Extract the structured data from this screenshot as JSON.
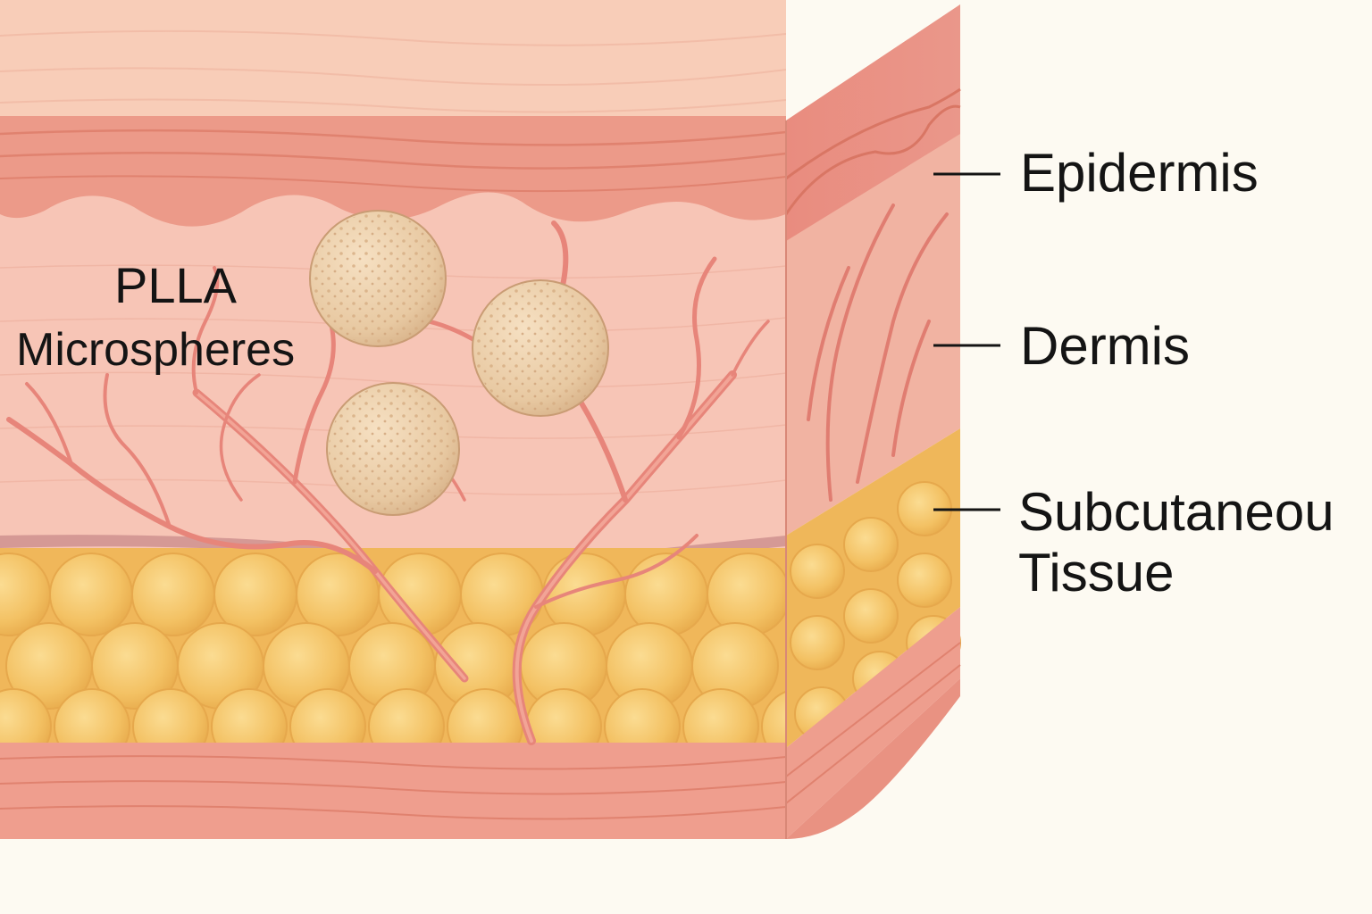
{
  "diagram": {
    "callout": {
      "line1": "PLLA",
      "line2": "Microspheres"
    },
    "layers": {
      "epidermis": "Epidermis",
      "dermis": "Dermis",
      "subcutaneous_line1": "Subcutaneou",
      "subcutaneous_line2": "Tissue"
    },
    "colors": {
      "background": "#fdfaf2",
      "epidermis_surface": "#f7c9b3",
      "epidermis_band": "#ee9a8a",
      "dermis": "#f6c4b6",
      "vessel": "#e9857a",
      "fat": "#f2c366",
      "fat_lobule": "#f7d07c",
      "microsphere": "#ecd0ae",
      "text": "#141414"
    },
    "icons": {
      "microsphere": "porous-sphere-icon",
      "fat_lobule": "adipocyte-icon"
    }
  }
}
